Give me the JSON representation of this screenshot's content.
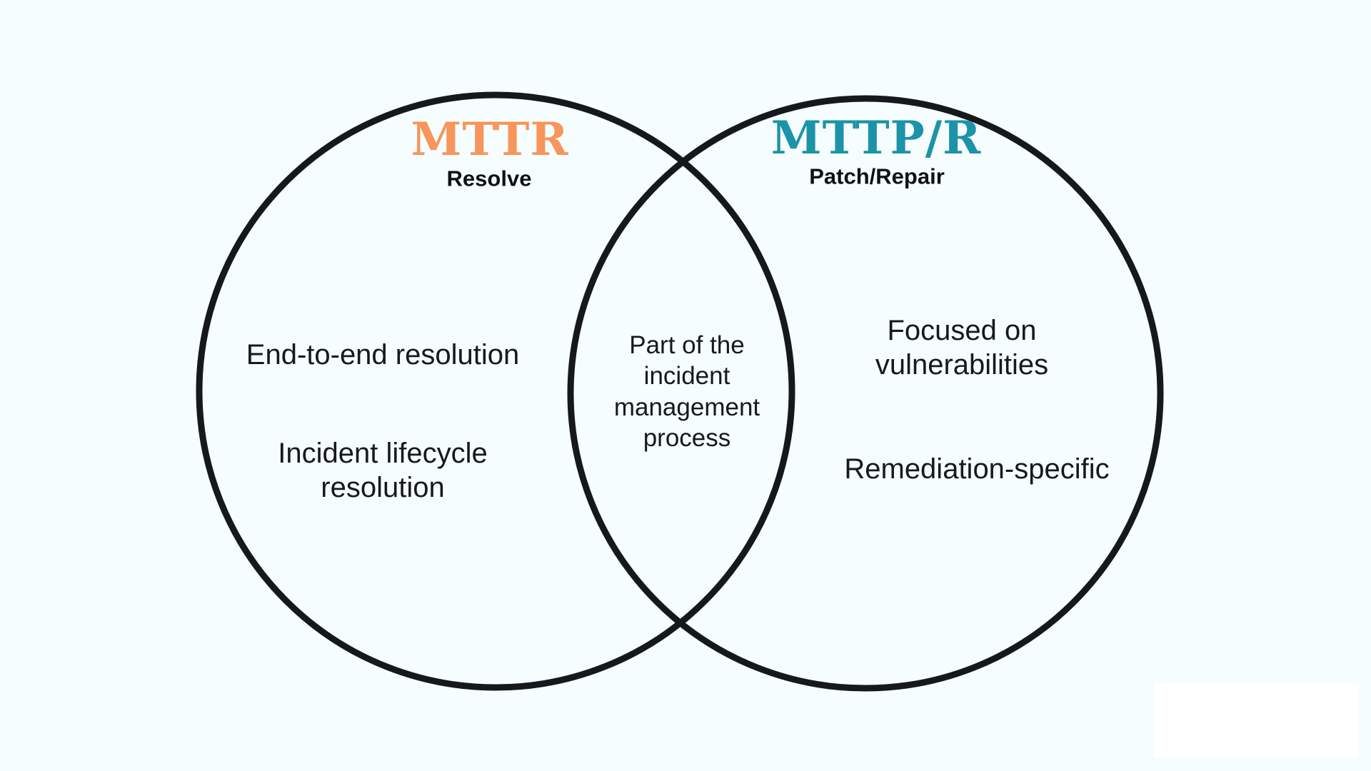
{
  "canvas": {
    "background_color": "#F6FDFE",
    "circle_stroke_color": "#15191D",
    "text_color": "#17191C"
  },
  "venn": {
    "left": {
      "title": "MTTR",
      "title_color": "#F7955B",
      "subtitle": "Resolve",
      "items": [
        "End-to-end resolution",
        "Incident lifecycle resolution"
      ]
    },
    "right": {
      "title": "MTTP/R",
      "title_color": "#1C93A8",
      "subtitle": "Patch/Repair",
      "items": [
        "Focused on vulnerabilities",
        "Remediation-specific"
      ]
    },
    "overlap": {
      "text": "Part of the incident management process"
    }
  }
}
